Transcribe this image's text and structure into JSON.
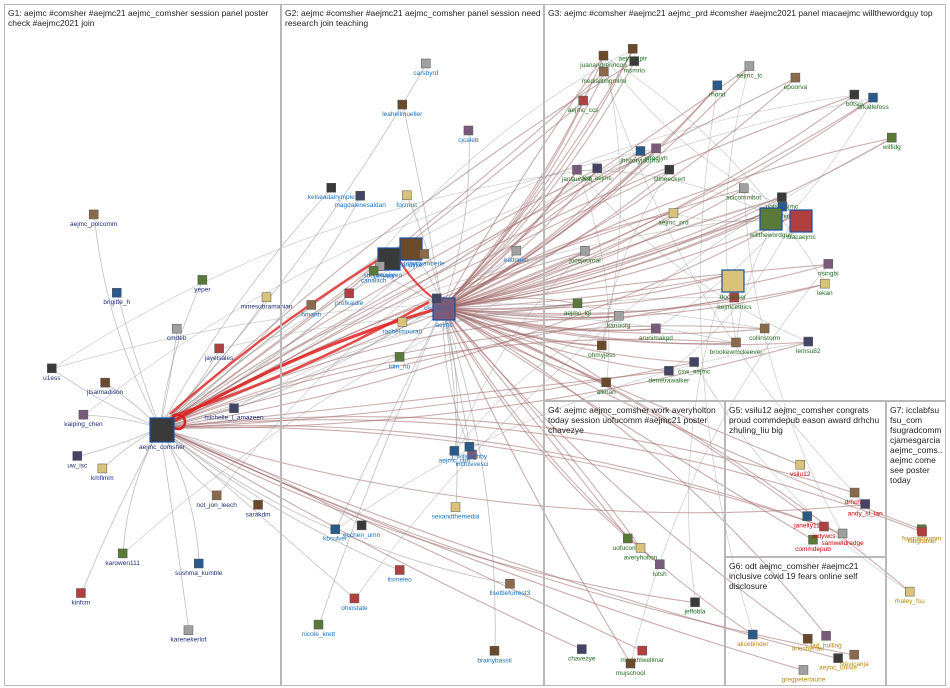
{
  "groups": [
    {
      "id": "G1",
      "title": "G1: aejmc #comsher #aejmc21 aejmc_comsher session panel poster check #aejmc2021 join",
      "color": "#1d2a78"
    },
    {
      "id": "G2",
      "title": "G2: aejmc #comsher #aejmc21 aejmc_comsher panel session need research join teaching",
      "color": "#1a6fbf"
    },
    {
      "id": "G3",
      "title": "G3: aejmc #comsher #aejmc21 aejmc_prd #comsher #aejmc2021 panel macaejmc willthewordguy top",
      "color": "#1f6b1f"
    },
    {
      "id": "G4",
      "title": "G4: aejmc aejmc_comsher work averyholton today session uofucomm #aejmc21 poster chavezye",
      "color": "#1f6b1f"
    },
    {
      "id": "G5",
      "title": "G5: vsilu12 aejmc_comsher congrats proud commdepub eason award drhchu zhuling_liu big",
      "color": "#c40000"
    },
    {
      "id": "G6",
      "title": "G6: odt aejmc_comsher #aejmc21 inclusive covid 19 fears online self disclosure",
      "color": "#b8860b"
    },
    {
      "id": "G7",
      "title": "G7: icclabfsu fsu_com fsugradcomm cjamesgarcia aejmc_coms.. aejmc come see poster today",
      "color": "#b8860b"
    }
  ],
  "nodes": {
    "G1": [
      "aejmc_comsher",
      "sarakdm",
      "not_jon_leech",
      "sushma_kumble",
      "karenekerlof",
      "karowen111",
      "kinfcm",
      "kmflmm",
      "uw_isc",
      "kaiping_chen",
      "u1ess",
      "jtsalmadison",
      "aejmc_polcomm",
      "brigitte_h",
      "cmdeb",
      "yeper",
      "jayelsales",
      "mmesubramanian",
      "michelle_l_amazeen"
    ],
    "G2": [
      "aejmc",
      "sarakyeo",
      "randyke",
      "robynvanherle",
      "kbculver",
      "shupeiyuan",
      "nicole_krett",
      "ohiostate",
      "focmuc",
      "uw_sjmc",
      "inclusivesci",
      "kelseadalrymple",
      "leahellmueller",
      "hmann",
      "aejmc_ctm",
      "kathleen",
      "ldm_nu",
      "itsmeleo",
      "rachelmourao",
      "magdalenesaldan",
      "cjcaleb",
      "ecchen_umn",
      "brainybassil",
      "llsettleforrest3",
      "j_willoughby",
      "carsbyrd",
      "canalitch",
      "profkaldie",
      "sexandthemedia"
    ],
    "G3": [
      "denetrawalker",
      "janlaurenb",
      "uofsc_sjmc",
      "aliman",
      "brookewmckeever",
      "s_aleshinloye",
      "kanoorg",
      "wilfidg",
      "aejmc_ccs",
      "lekan",
      "lemsu82",
      "arunimakpd",
      "msmrio",
      "juanandrerincon",
      "collinstorm",
      "drkatlefoss",
      "aejmc_tc",
      "willthewordguy",
      "macaejmc",
      "aejmc_prd",
      "icd_aejmc",
      "jeremyh",
      "b0tsci",
      "aejmc_ptr",
      "epoorva",
      "rhond",
      "scicommbot",
      "aejmc_lgi",
      "aejmcethics",
      "docasser",
      "csw_aejmc",
      "risingbi",
      "stineeckert",
      "ohmyjess",
      "medialitingmlmi",
      "jhistoryjournal",
      "jocejournal"
    ],
    "G4": [
      "uofucomm",
      "mariahlwellmar",
      "averyholton",
      "chavezye",
      "lutsh",
      "jeffobla",
      "mujschool"
    ],
    "G5": [
      "drhchu",
      "janelty12",
      "samweldredge",
      "commdepub",
      "jodywcs",
      "vsilu12",
      "andy_sl_tan"
    ],
    "G6": [
      "tad_holling",
      "aejmc_univie",
      "arlechenau",
      "stevicanja",
      "alicebinder",
      "gregpeterlaurie"
    ],
    "G7": [
      "fsugradcomm",
      "fsugrabler",
      "rhaley_fsu"
    ]
  },
  "colors": {
    "edge_gray": "#8a8a8a",
    "edge_brown": "#a06a6a",
    "edge_red": "#e02020",
    "panel_border": "#b8b8b8"
  }
}
